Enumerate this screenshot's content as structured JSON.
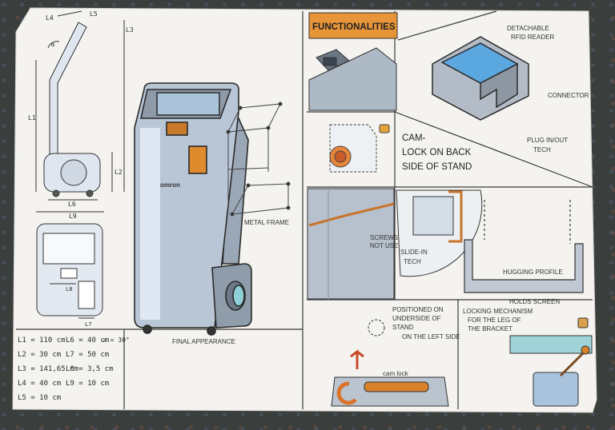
{
  "sheet": {
    "header": "FUNCTIONALITIES",
    "final_appearance": "FINAL APPEARANCE",
    "brand": "omron",
    "metal_frame": "METAL FRAME",
    "rfid_title_1": "DETACHABLE",
    "rfid_title_2": "RFID READER",
    "connector": "CONNECTOR",
    "plug_1": "PLUG IN/OUT",
    "plug_2": "TECH",
    "camlock_1": "CAM-",
    "camlock_2": "LOCK ON BACK",
    "camlock_3": "SIDE OF STAND",
    "screws_1": "SCREWS",
    "screws_2": "NOT USED",
    "slide_1": "SLIDE-IN",
    "slide_2": "TECH",
    "hugging": "HUGGING PROFILE",
    "holds_screen": "HOLDS SCREEN",
    "positioned_1": "POSITIONED ON",
    "positioned_2": "UNDERSIDE OF",
    "positioned_3": "STAND",
    "positioned_4": "ON THE LEFT SIDE",
    "cam_lock_small": "cam lock",
    "locking_1": "LOCKING MECHANISM",
    "locking_2": "FOR THE LEG OF",
    "locking_3": "THE BRACKET"
  },
  "dims": {
    "L4": "L4",
    "L5": "L5",
    "L3": "L3",
    "L1": "L1",
    "L2": "L2",
    "L6": "L6",
    "L8": "L8",
    "L9": "L9",
    "L7": "L7",
    "angle": "α"
  },
  "measure_rows": [
    {
      "a": "L1 = 110 cm",
      "b": "L6 = 40 cm",
      "c": "∠ = 30°"
    },
    {
      "a": "L2 = 30 cm",
      "b": "L7 = 50 cm",
      "c": ""
    },
    {
      "a": "L3 = 141,65 cm",
      "b": "L8 = 3,5 cm",
      "c": ""
    },
    {
      "a": "L4 = 40 cm",
      "b": "L9 = 10 cm",
      "c": ""
    },
    {
      "a": "L5 = 10 cm",
      "b": "",
      "c": ""
    }
  ],
  "colors": {
    "accent_orange": "#d9822b",
    "screen_blue": "#5b9bd8",
    "paper": "#f4f3ef"
  }
}
